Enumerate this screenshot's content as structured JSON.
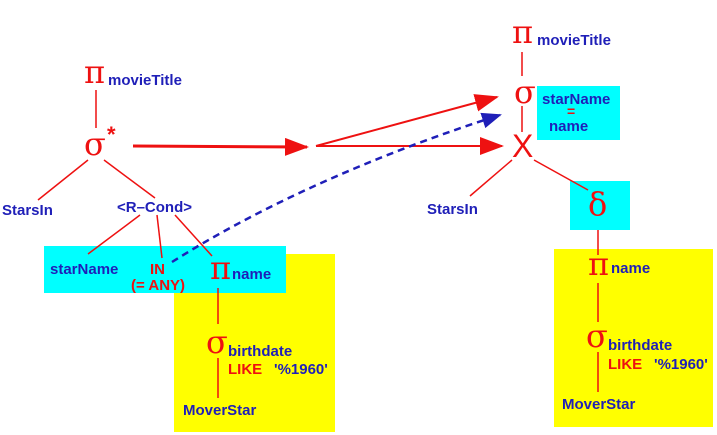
{
  "colors": {
    "red": "#ee1111",
    "blue": "#1f1fb8",
    "cyan": "#00ffff",
    "yellow": "#ffff00"
  },
  "left_tree": {
    "pi": "π",
    "pi_sub": "movieTitle",
    "sigma": "σ",
    "sigma_star": "*",
    "stars_in": "StarsIn",
    "rcond": "<R–Cond>",
    "star_name": "starName",
    "in_label": "IN",
    "eq_any": "(= ANY)",
    "pi2": "π",
    "pi2_sub": "name",
    "sigma2": "σ",
    "sigma2_sub": "birthdate",
    "like": "LIKE",
    "pattern": "'%1960'",
    "movie_star": "MoverStar"
  },
  "right_tree": {
    "pi": "π",
    "pi_sub": "movieTitle",
    "sigma": "σ",
    "cond_star_name": "starName",
    "cond_eq": "=",
    "cond_name": "name",
    "cross": "X",
    "stars_in": "StarsIn",
    "delta": "δ",
    "pi2": "π",
    "pi2_sub": "name",
    "sigma2": "σ",
    "sigma2_sub": "birthdate",
    "like": "LIKE",
    "pattern": "'%1960'",
    "movie_star": "MoverStar"
  }
}
